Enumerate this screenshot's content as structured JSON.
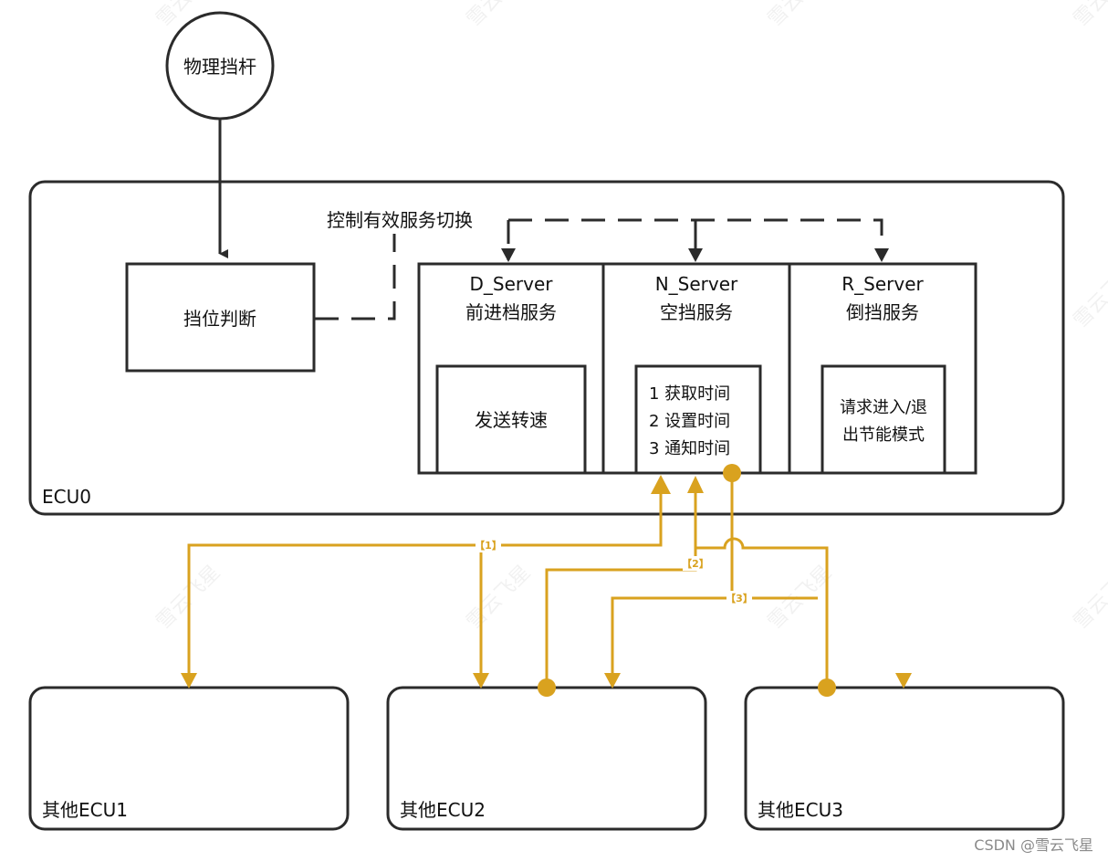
{
  "colors": {
    "stroke": "#2b2b2b",
    "accent": "#d9a21f",
    "background": "#ffffff"
  },
  "physical_lever": "物理挡杆",
  "ecu0": {
    "label": "ECU0",
    "gear_decision": "挡位判断",
    "switch_label": "控制有效服务切换",
    "servers": [
      {
        "name": "D_Server",
        "desc": "前进档服务",
        "inner": [
          "发送转速"
        ]
      },
      {
        "name": "N_Server",
        "desc": "空挡服务",
        "inner": [
          "1 获取时间",
          "2 设置时间",
          "3 通知时间"
        ]
      },
      {
        "name": "R_Server",
        "desc": "倒挡服务",
        "inner": [
          "请求进入/退",
          "出节能模式"
        ]
      }
    ]
  },
  "other_ecus": [
    "其他ECU1",
    "其他ECU2",
    "其他ECU3"
  ],
  "flow_tags": [
    "【1】",
    "【2】",
    "【3】"
  ],
  "watermark": "雪云飞星",
  "credit": "CSDN @雪云飞星"
}
